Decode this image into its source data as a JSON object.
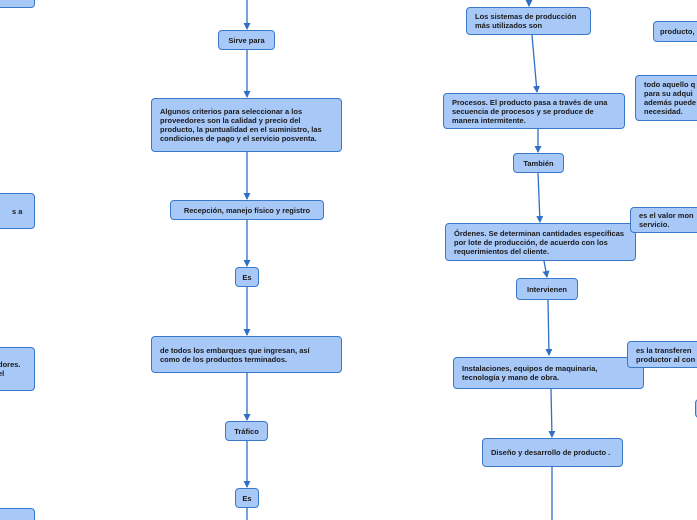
{
  "colors": {
    "node_fill": "#a8c8f8",
    "node_border": "#3a78c8",
    "connector": "#2f6fc6"
  },
  "nodes": {
    "sirve_para": "Sirve para",
    "criterios": "Algunos criterios para seleccionar a los proveedores son la calidad y precio del producto, la puntualidad en el suministro, las condiciones de pago y el servicio posventa.",
    "recepcion": "Recepción, manejo físico y registro",
    "es_1": "Es",
    "embarques": "de todos los embarques que ingresan, así como de los productos terminados.",
    "trafico": "Tráfico",
    "es_2": "Es",
    "sistemas": "Los sistemas de producción más utilizados son",
    "procesos": "Procesos. El producto pasa a través de una secuencia de procesos y se produce de manera intermitente.",
    "tambien": "También",
    "ordenes": "Órdenes. Se determinan cantidades específicas por lote de producción, de acuerdo con los requerimientos del cliente.",
    "intervienen": "Intervienen",
    "instalaciones": "Instalaciones, equipos de maquinaria, tecnología y mano de obra.",
    "diseno": "Diseño y desarrollo de producto .",
    "right_producto": "producto,",
    "right_aquello": "todo aquello q para su adqui además puede necesidad.",
    "right_valor": "es el valor mon servicio.",
    "right_transferencia": "es la transferen productor al con",
    "left_1": "s a",
    "left_2": "dores. el"
  }
}
